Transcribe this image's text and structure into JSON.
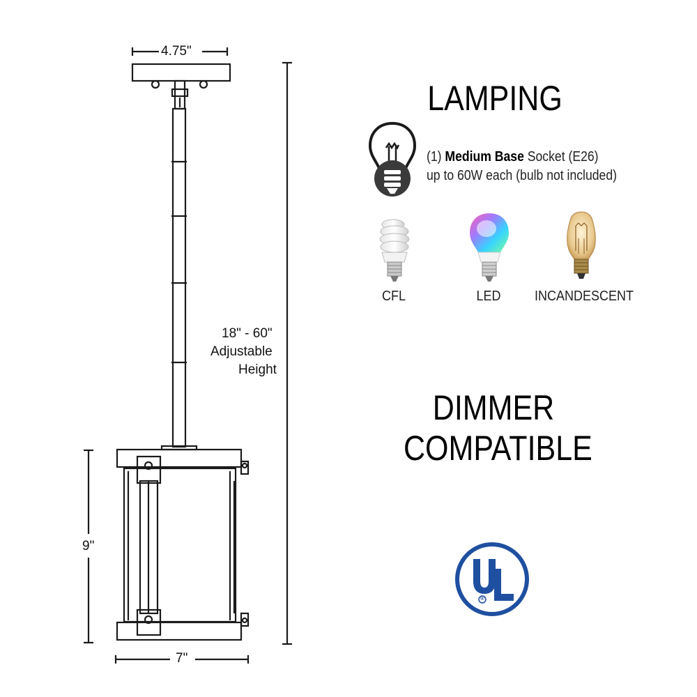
{
  "dimensions": {
    "canopy_width": "4.75\"",
    "height_line1": "18\" - 60\"",
    "height_line2": "Adjustable",
    "height_line3": "Height",
    "shade_height": "9\"",
    "shade_width": "7\""
  },
  "lamping": {
    "title": "LAMPING",
    "count": "(1)",
    "base_type": "Medium Base",
    "socket": "Socket (E26)",
    "wattage": "up to 60W each (bulb not included)",
    "bulb_icon": "bulb-icon",
    "bulbs": [
      {
        "label": "CFL",
        "icon": "cfl-bulb-icon"
      },
      {
        "label": "LED",
        "icon": "led-bulb-icon"
      },
      {
        "label": "INCANDESCENT",
        "icon": "edison-bulb-icon"
      }
    ]
  },
  "dimmer": {
    "line1": "DIMMER",
    "line2": "COMPATIBLE"
  },
  "certification": {
    "mark": "UL",
    "registered": "®",
    "color": "#1f4fa0"
  }
}
